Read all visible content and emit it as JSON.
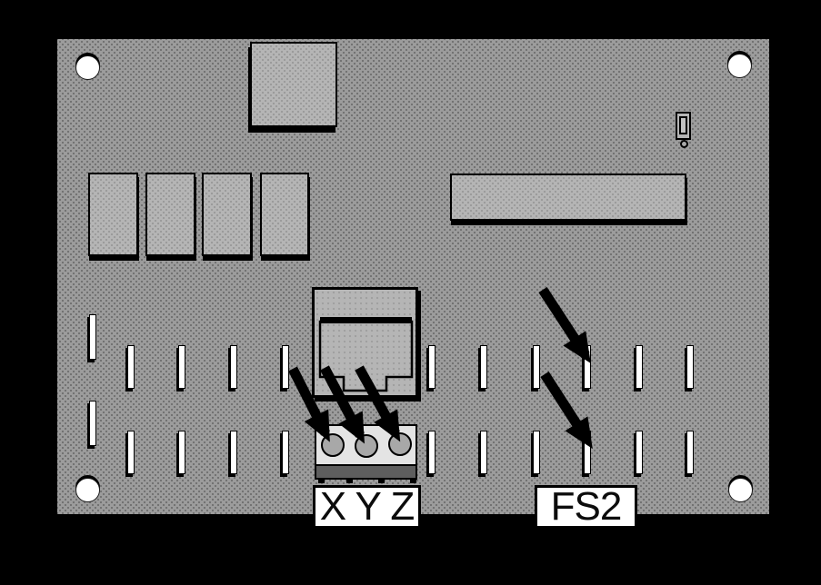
{
  "diagram": {
    "title": "circuit board callout diagram",
    "labels": {
      "terminal": "X Y Z",
      "fuse": "FS2"
    },
    "colors": {
      "background": "#000000",
      "board": "#9c9c9c",
      "component": "#b5b5b5",
      "terminal_face": "#e4e4e4",
      "terminal_base": "#5e5e5e",
      "slot": "#ffffff",
      "annotation": "#000000",
      "label_background": "#ffffff"
    },
    "counts": {
      "mounting_holes": 4,
      "relay_components": 4,
      "solder_slots": 22,
      "terminal_circles": 3,
      "arrows_to_terminal": 3,
      "arrows_to_fuse_slots": 2
    }
  }
}
